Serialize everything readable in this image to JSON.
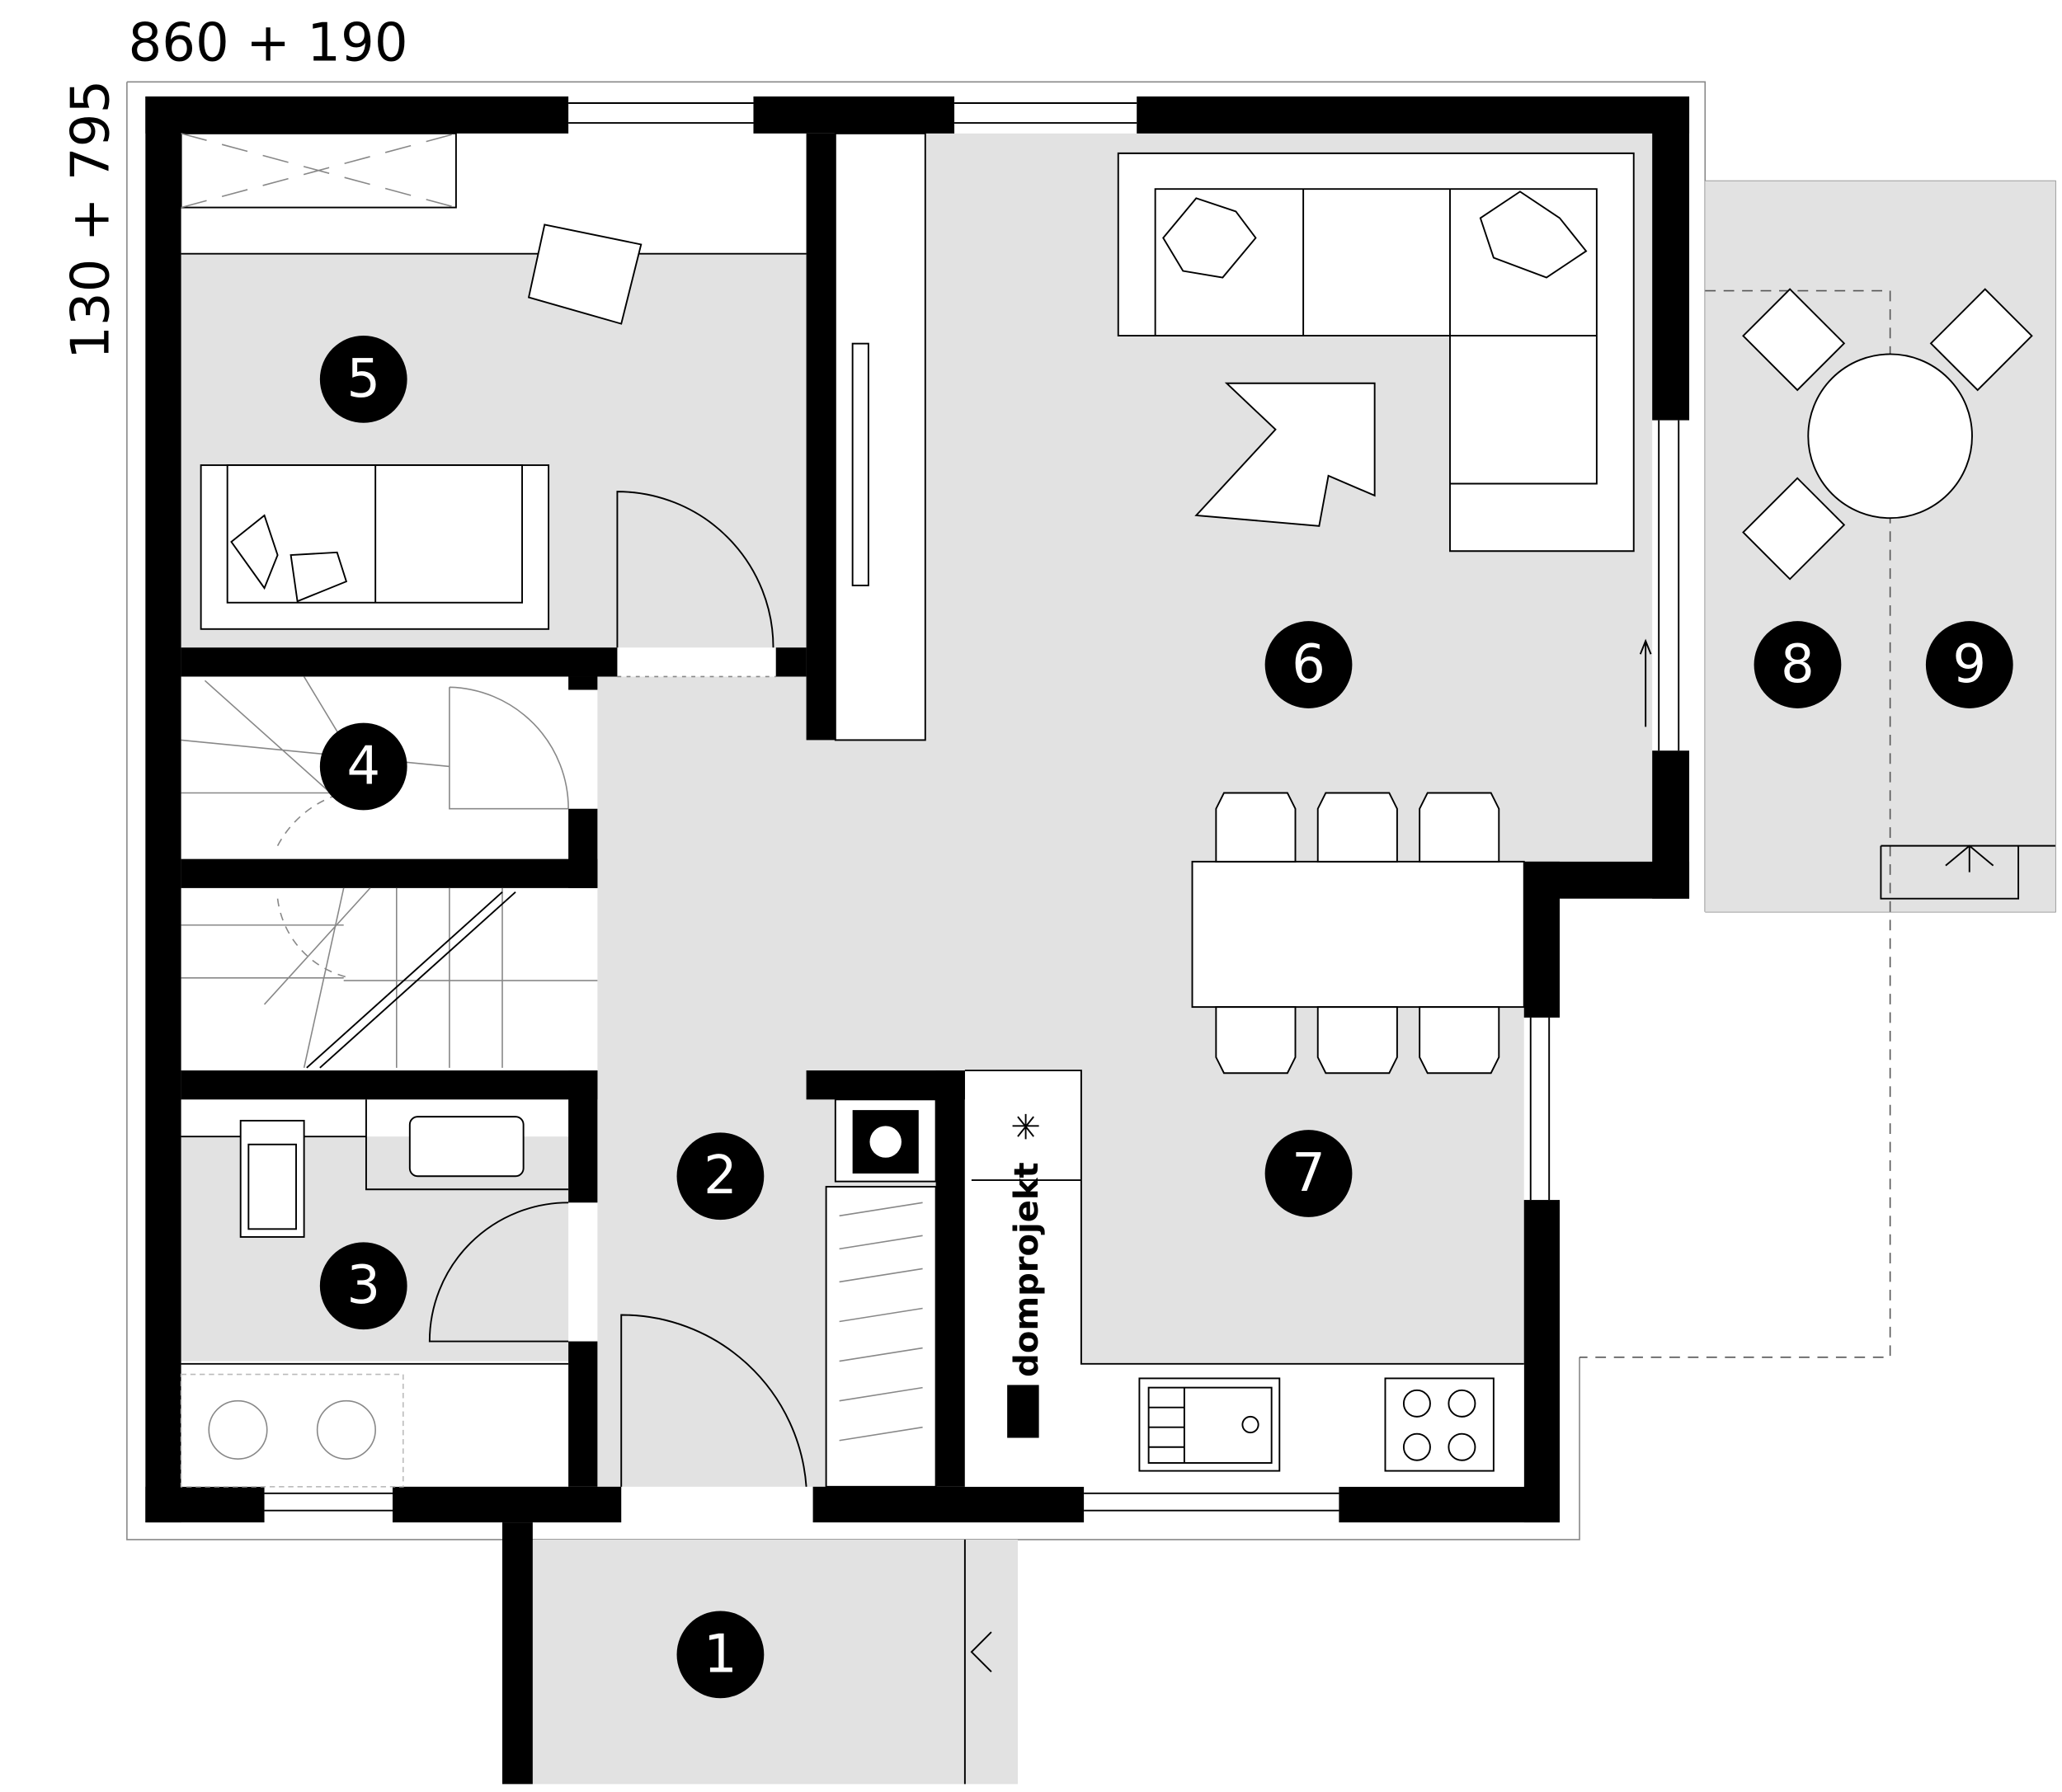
{
  "dimensions": {
    "width_label": "860 + 190",
    "depth_label": "130 + 795"
  },
  "rooms": [
    {
      "number": "1"
    },
    {
      "number": "2"
    },
    {
      "number": "3"
    },
    {
      "number": "4"
    },
    {
      "number": "5"
    },
    {
      "number": "6"
    },
    {
      "number": "7"
    },
    {
      "number": "8"
    },
    {
      "number": "9"
    }
  ],
  "logo": {
    "text": "domprojekt"
  },
  "colors": {
    "wall": "#000000",
    "floor": "#e2e2e2",
    "background": "#ffffff"
  }
}
